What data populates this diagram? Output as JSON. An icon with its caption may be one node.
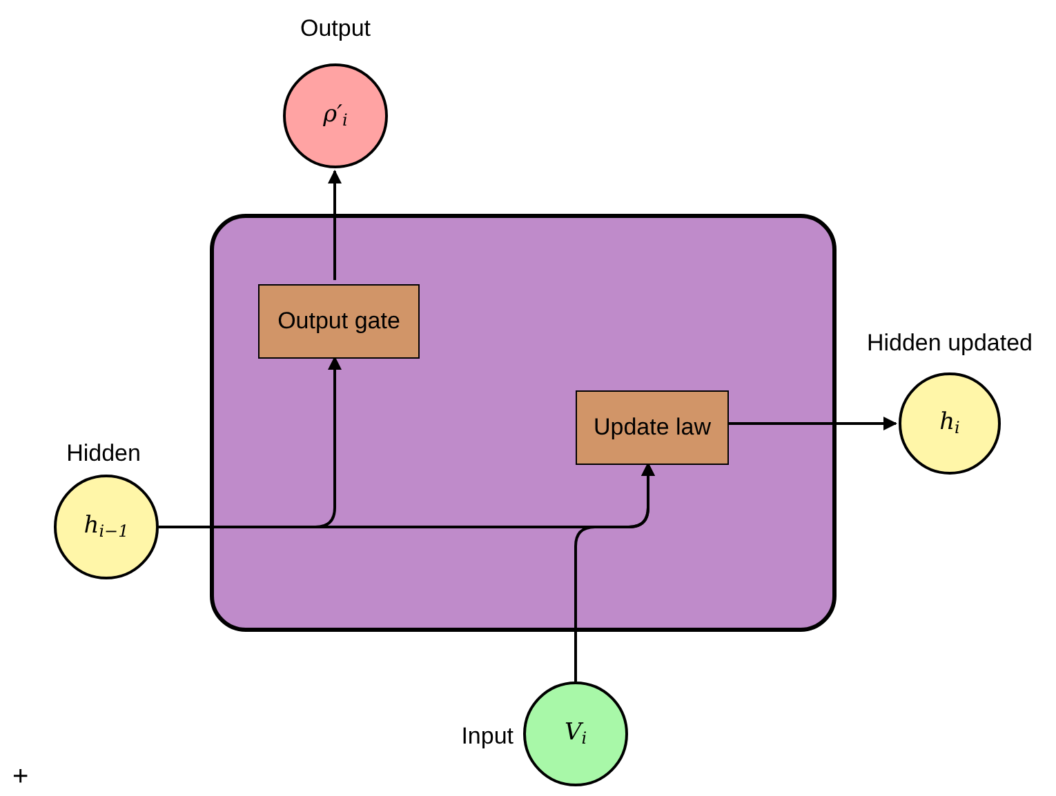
{
  "diagram": {
    "nodes": [
      {
        "text": [],
        "shape": "box"
      },
      {
        "text": [
          "Output gate"
        ],
        "in": 0
      },
      {
        "text": [
          "Update law"
        ],
        "in": 0
      },
      {
        "text": [
          "ρ′$_{i}$"
        ],
        "beside": [
          "Output"
        ]
      },
      {
        "text": [
          "h$_{i−1}$"
        ],
        "beside": [
          "Hidden"
        ]
      },
      {
        "text": [
          "h$_{i}$"
        ],
        "beside": [
          "Hidden updated"
        ]
      },
      {
        "text": [
          "V$_{i}$"
        ],
        "beside": [
          "Input"
        ]
      }
    ],
    "edges": [
      {
        "from": 1,
        "to": 3,
        "arrow": "to"
      },
      {
        "from": 4,
        "to": 1,
        "arrow": "to"
      },
      {
        "from": 4,
        "to": 2,
        "arrow": "to"
      },
      {
        "from": 6,
        "to": 2,
        "arrow": "to"
      },
      {
        "from": 2,
        "to": 5,
        "arrow": "to"
      }
    ],
    "labels": [
      "+"
    ]
  }
}
